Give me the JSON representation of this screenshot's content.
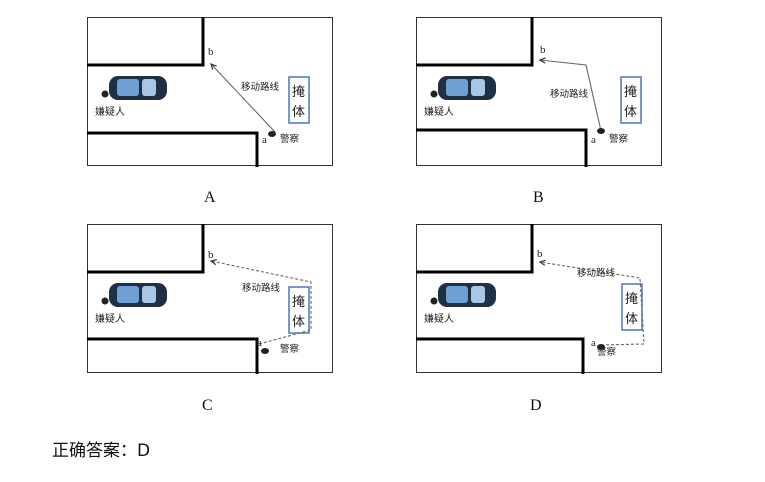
{
  "labels": {
    "suspect": "嫌疑人",
    "police": "警察",
    "route": "移动路线",
    "cover": "掩体",
    "cover_chars": [
      "掩",
      "体"
    ],
    "point_a": "a",
    "point_b": "b"
  },
  "panels": [
    {
      "id": "A",
      "caption": "A"
    },
    {
      "id": "B",
      "caption": "B"
    },
    {
      "id": "C",
      "caption": "C"
    },
    {
      "id": "D",
      "caption": "D"
    }
  ],
  "answer": "正确答案：D",
  "colors": {
    "frame": "#333333",
    "wall": "#000000",
    "cover_border": "#4a78b8",
    "route": "#666666",
    "car_body": "#1f2f44",
    "car_glass": "#6fa0d4"
  }
}
